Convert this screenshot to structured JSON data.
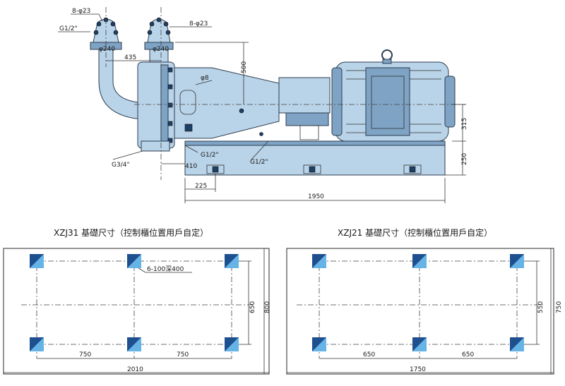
{
  "pump_drawing": {
    "flange_bolts_left": "8-φ23",
    "flange_bolts_right": "8-φ23",
    "flange_dia_left": "φ240",
    "flange_dia_right": "φ240",
    "thread_top": "G1/2\"",
    "thread_bottom_left": "G3/4\"",
    "thread_mid_a": "G1/2\"",
    "thread_mid_b": "G1/2\"",
    "hole_dia": "φ8",
    "dim_435": "435",
    "dim_500": "500",
    "dim_315": "315",
    "dim_250": "250",
    "dim_410": "410",
    "dim_225": "225",
    "dim_1950": "1950"
  },
  "foundations": [
    {
      "title": "XZJ31 基礎尺寸（控制櫃位置用戶自定）",
      "anchor_note": "6-100深400",
      "dim_pitch_1": "750",
      "dim_pitch_2": "750",
      "dim_total_length": "2010",
      "dim_bolt_span": "650",
      "dim_total_width": "800"
    },
    {
      "title": "XZJ21 基礎尺寸（控制櫃位置用戶自定）",
      "anchor_note": "",
      "dim_pitch_1": "650",
      "dim_pitch_2": "650",
      "dim_total_length": "1750",
      "dim_bolt_span": "550",
      "dim_total_width": "750"
    }
  ]
}
